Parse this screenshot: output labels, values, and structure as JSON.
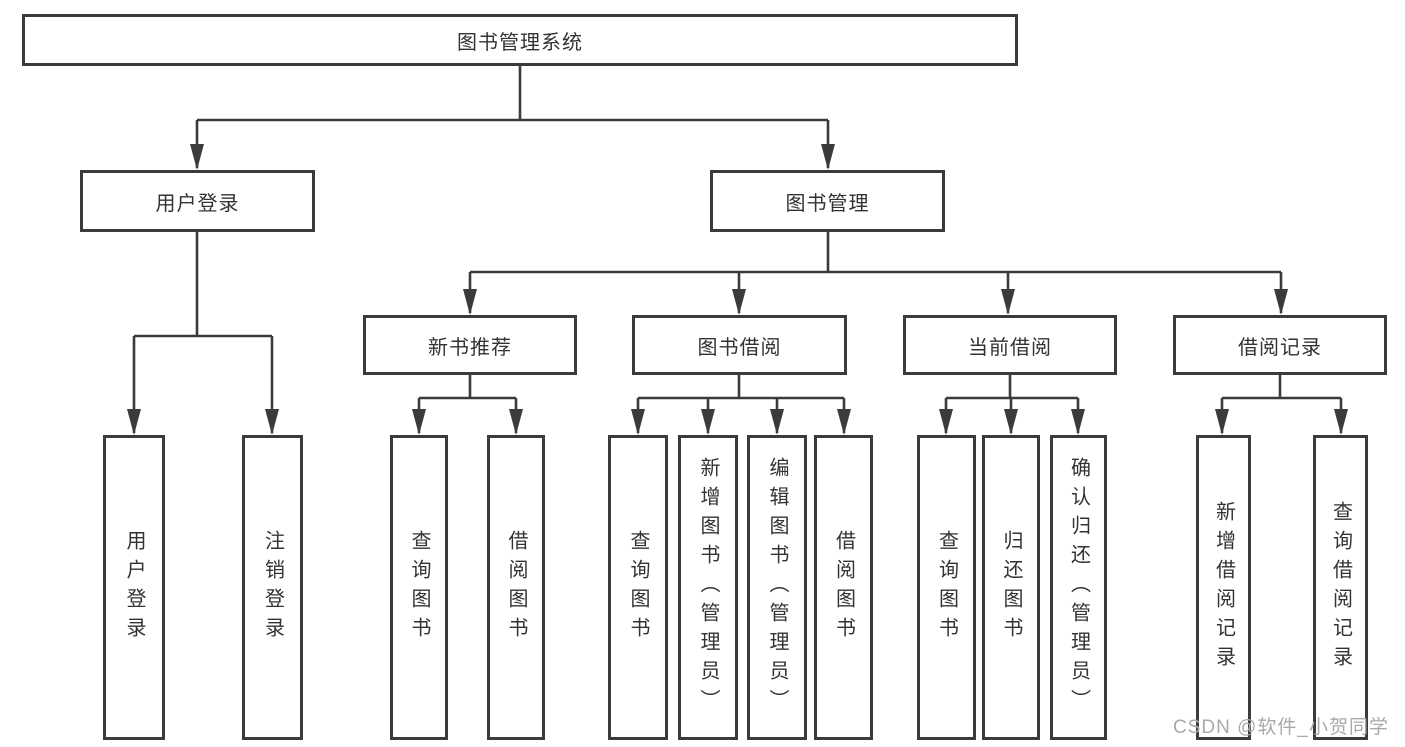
{
  "tree": {
    "root": {
      "label": "图书管理系统"
    },
    "branches": [
      {
        "label": "用户登录",
        "leaves": [
          {
            "label": "用户登录"
          },
          {
            "label": "注销登录"
          }
        ]
      },
      {
        "label": "图书管理",
        "groups": [
          {
            "label": "新书推荐",
            "leaves": [
              {
                "label": "查询图书"
              },
              {
                "label": "借阅图书"
              }
            ]
          },
          {
            "label": "图书借阅",
            "leaves": [
              {
                "label": "查询图书"
              },
              {
                "label": "新增图书（管理员）"
              },
              {
                "label": "编辑图书（管理员）"
              },
              {
                "label": "借阅图书"
              }
            ]
          },
          {
            "label": "当前借阅",
            "leaves": [
              {
                "label": "查询图书"
              },
              {
                "label": "归还图书"
              },
              {
                "label": "确认归还（管理员）"
              }
            ]
          },
          {
            "label": "借阅记录",
            "leaves": [
              {
                "label": "新增借阅记录"
              },
              {
                "label": "查询借阅记录"
              }
            ]
          }
        ]
      }
    ]
  },
  "watermark": {
    "text": "CSDN @软件_小贺同学"
  },
  "colors": {
    "line": "#3b3b3b",
    "text": "#333333",
    "background": "#ffffff",
    "watermark": "#a9a9a9"
  }
}
